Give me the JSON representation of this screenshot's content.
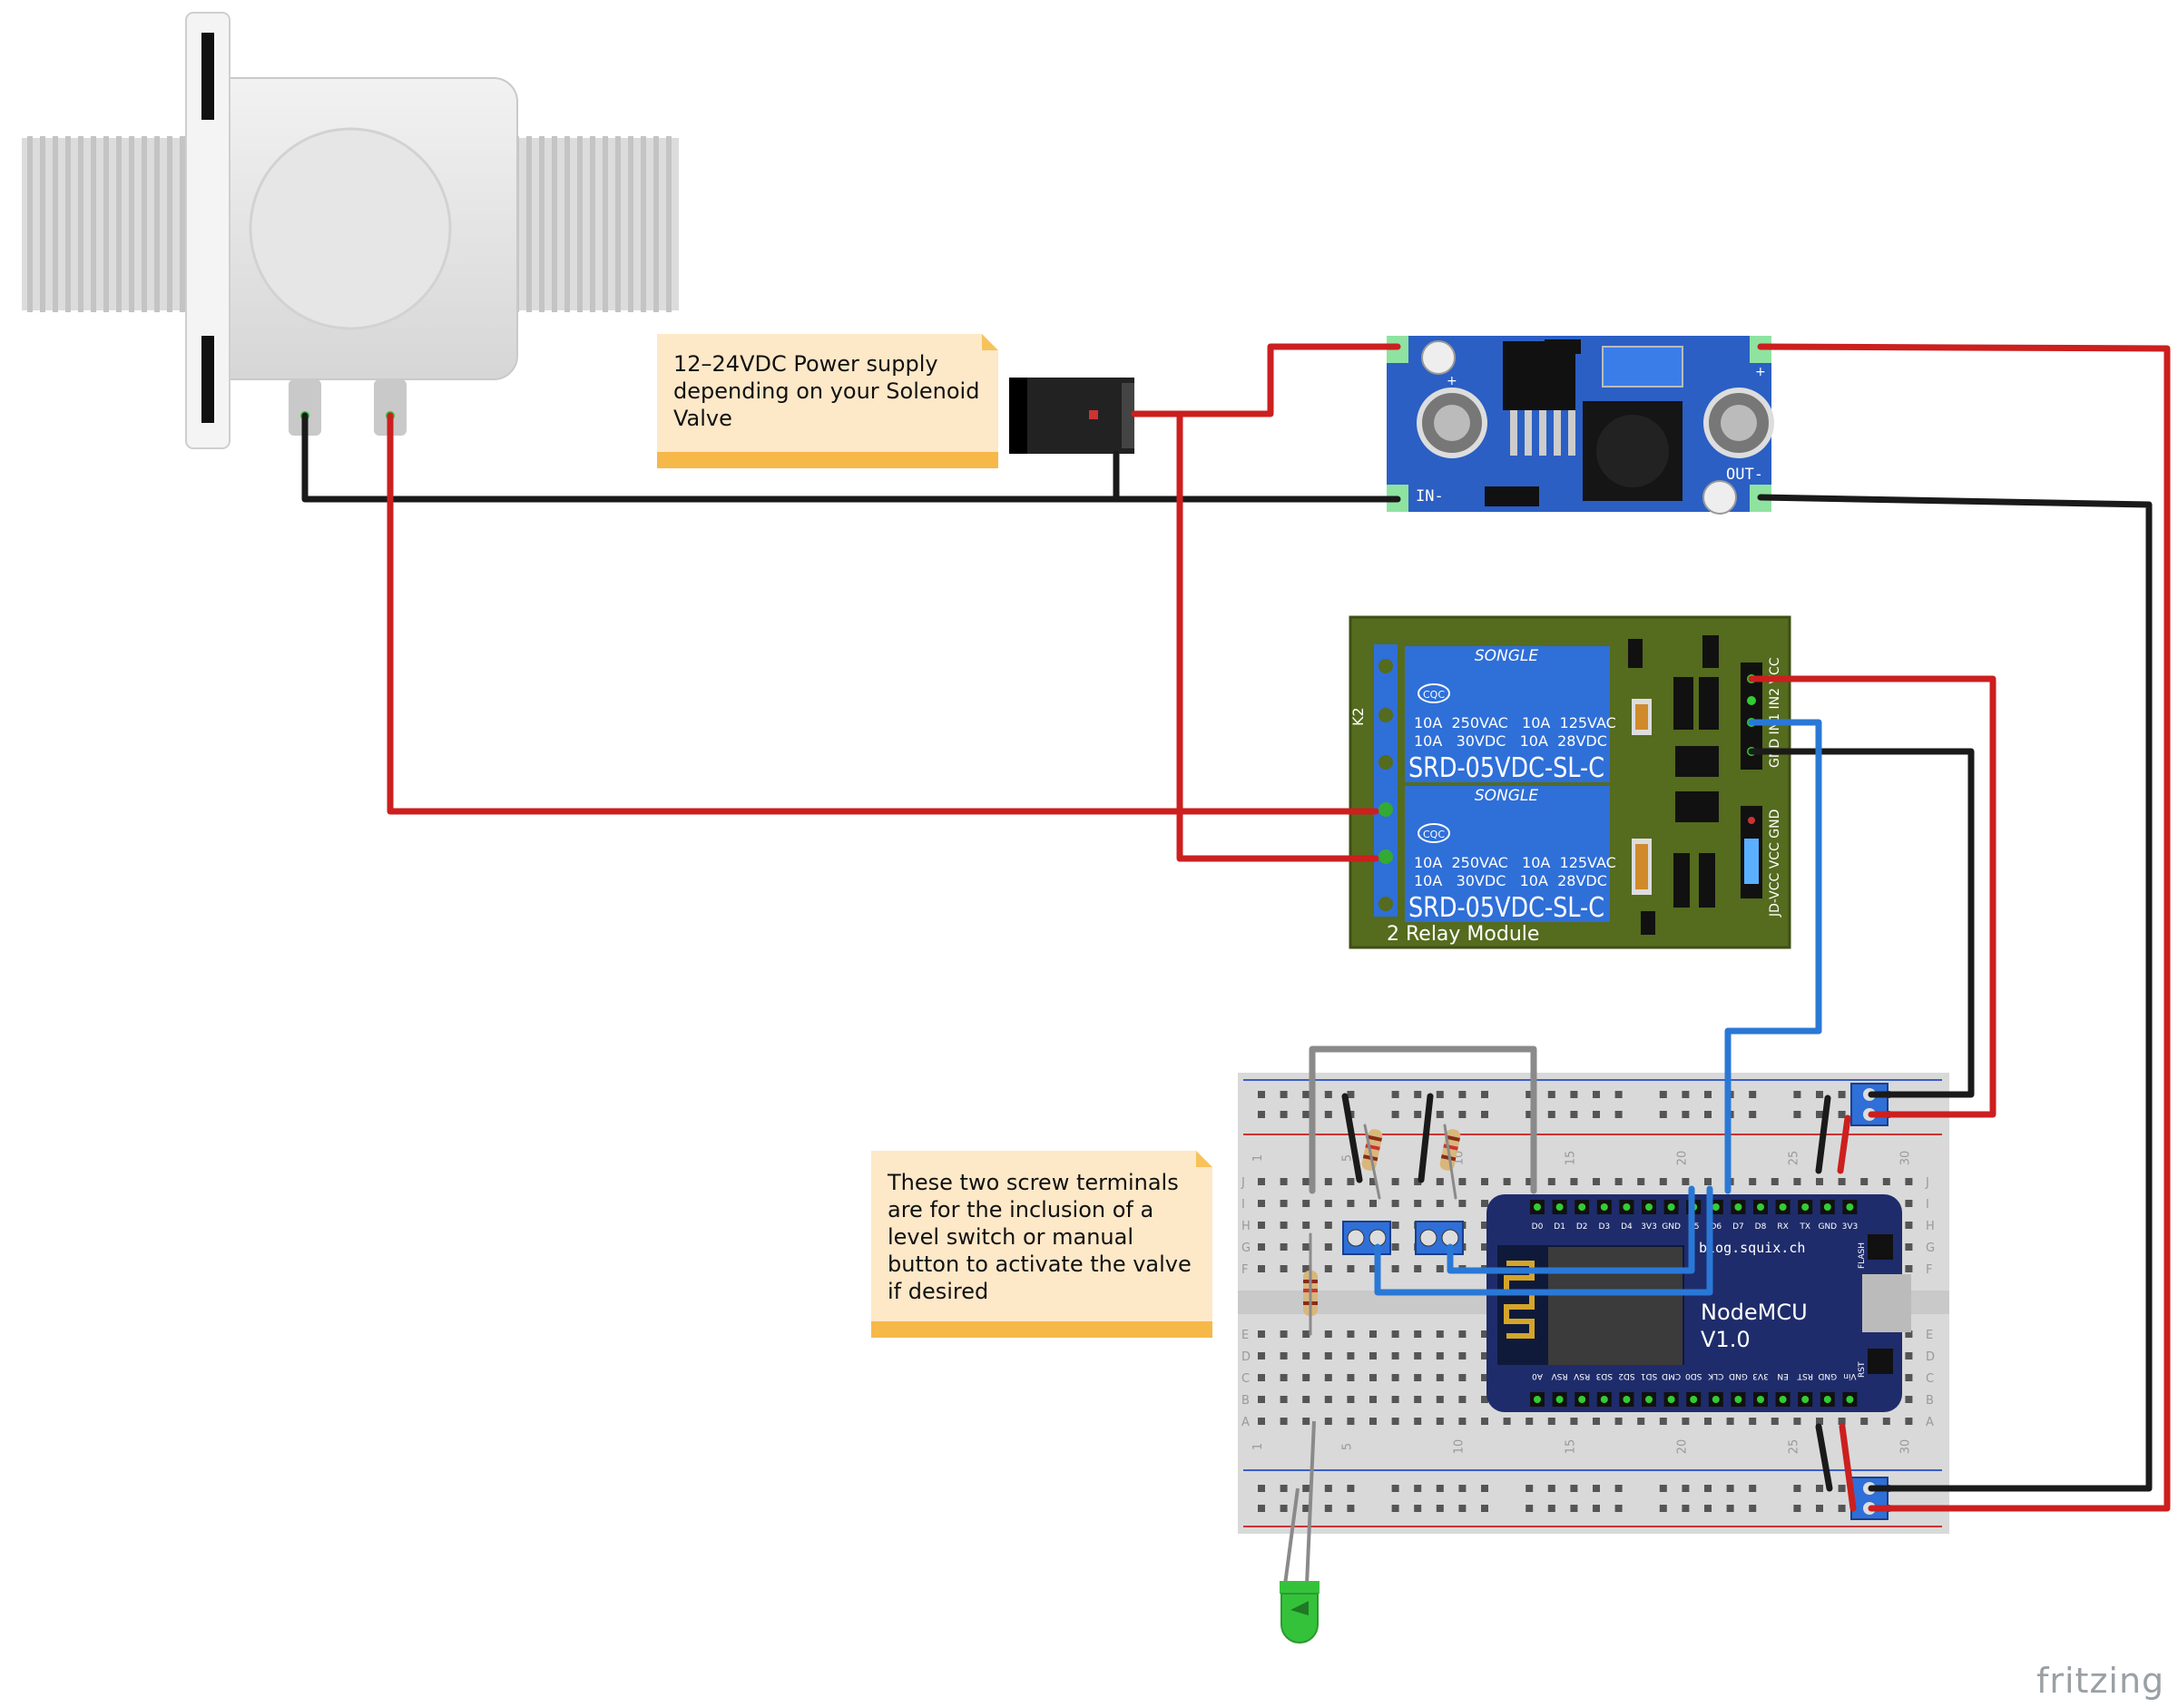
{
  "notes": {
    "power": "12–24VDC Power supply\ndepending on your Solenoid\nValve",
    "terminals": "These two screw terminals\nare for the inclusion of a\nlevel switch or manual\nbutton to activate the valve\nif desired"
  },
  "buck": {
    "in_label": "IN-",
    "out_label": "OUT-",
    "plus": "+"
  },
  "relay": {
    "brand": "SONGLE",
    "rating_1": "10A  250VAC   10A  125VAC",
    "rating_2": "10A   30VDC   10A  28VDC",
    "model": "SRD-05VDC-SL-C",
    "cqc": "CQC",
    "k2": "K2",
    "title": "2 Relay Module",
    "header_labels": "GND IN1 IN2 VCC",
    "jd_labels": "JD-VCC VCC GND"
  },
  "nodemcu": {
    "name": "NodeMCU",
    "version": "V1.0",
    "url": "blog.squix.ch",
    "flash": "FLASH",
    "rst": "RST",
    "top_pins": [
      "D0",
      "D1",
      "D2",
      "D3",
      "D4",
      "3V3",
      "GND",
      "D5",
      "D6",
      "D7",
      "D8",
      "RX",
      "TX",
      "GND",
      "3V3"
    ],
    "bottom_pins": [
      "A0",
      "RSV",
      "RSV",
      "SD3",
      "SD2",
      "SD1",
      "CMD",
      "SD0",
      "CLK",
      "GND",
      "3V3",
      "EN",
      "RST",
      "GND",
      "Vin"
    ]
  },
  "breadboard": {
    "row_letters_top": [
      "J",
      "I",
      "H",
      "G",
      "F"
    ],
    "row_letters_bottom": [
      "E",
      "D",
      "C",
      "B",
      "A"
    ],
    "col_numbers": [
      "1",
      "5",
      "10",
      "15",
      "20",
      "25",
      "30"
    ]
  },
  "logo": "fritzing",
  "colors": {
    "red_wire": "#cc1f1f",
    "black_wire": "#1a1a1a",
    "blue_wire": "#2a78d6",
    "gray_wire": "#8a8a8a",
    "relay_board": "#556b1e",
    "buck_board": "#2b5fc4",
    "nodemcu": "#1f2c6b",
    "note": "#fde8c8"
  }
}
